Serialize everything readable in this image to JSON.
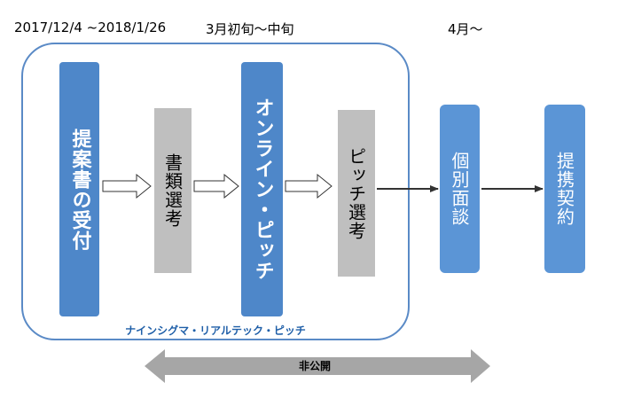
{
  "timeline": {
    "period1": "2017/12/4 ~2018/1/26",
    "period2": "3月初旬～中旬",
    "period3": "4月～"
  },
  "frame_label": "ナインシグマ・リアルテック・ピッチ",
  "steps": {
    "proposal": "提案書の受付",
    "doc_screening": "書類選考",
    "online_pitch": "オンライン・ピッチ",
    "pitch_screening": "ピッチ選考",
    "interview": "個別面談",
    "partnership": "提携契約"
  },
  "banner": "非公開",
  "colors": {
    "step_blue": "#4e87c9",
    "step_gray": "#bfbfbf",
    "frame_border": "#5a8ac6",
    "banner_gray": "#a6a6a6"
  }
}
